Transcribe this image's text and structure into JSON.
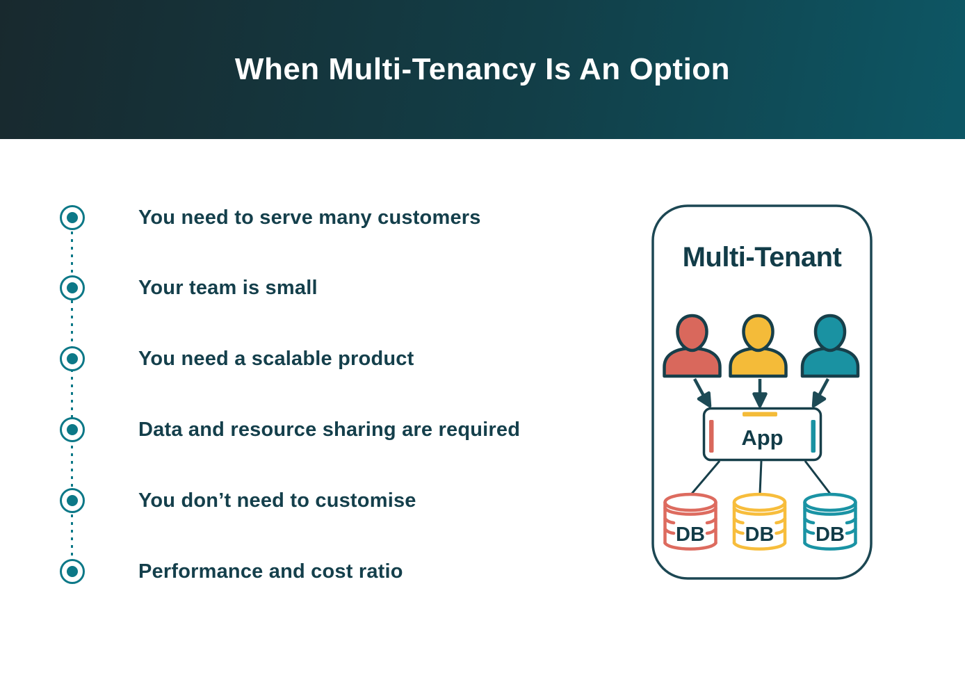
{
  "header": {
    "title": "When Multi-Tenancy Is An Option",
    "bg_gradient_start": "#18292e",
    "bg_gradient_end": "#0d5765",
    "text_color": "#ffffff"
  },
  "checklist": {
    "bullet_color": "#0c7887",
    "text_color": "#143f4b",
    "icons": {
      "bullet": "radio-dot-with-ring",
      "connector": "vertical-dashed-line"
    },
    "items": [
      {
        "label": "You need to serve many customers"
      },
      {
        "label": "Your team is small"
      },
      {
        "label": "You need a scalable product"
      },
      {
        "label": "Data and resource sharing are required"
      },
      {
        "label": "You don’t need to customise"
      },
      {
        "label": "Performance and cost ratio"
      }
    ]
  },
  "diagram": {
    "title": "Multi-Tenant",
    "border_color": "#1c4753",
    "title_color": "#123c48",
    "outline_color": "#173f4a",
    "arrow_color": "#1d4a55",
    "icons": {
      "tenant": "user-silhouette",
      "database": "db-cylinder",
      "flow": "down-arrow"
    },
    "tenants": [
      {
        "name": "tenant-red",
        "color": "#d9685c"
      },
      {
        "name": "tenant-yellow",
        "color": "#f4bb39"
      },
      {
        "name": "tenant-teal",
        "color": "#1a92a2"
      }
    ],
    "app_box": {
      "label": "App",
      "label_color": "#123c48",
      "accent_top_color": "#f4bb39",
      "accent_left_color": "#d9685c",
      "accent_right_color": "#1a92a2"
    },
    "databases": [
      {
        "label": "DB",
        "color": "#dd6b5f"
      },
      {
        "label": "DB",
        "color": "#f7bd3c"
      },
      {
        "label": "DB",
        "color": "#1a93a4"
      }
    ]
  }
}
